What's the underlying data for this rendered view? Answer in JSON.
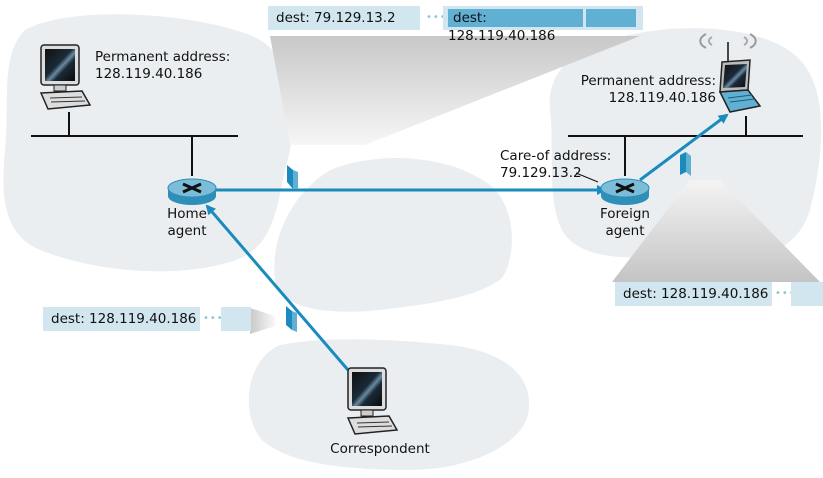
{
  "colors": {
    "cloud": "#ebeef1",
    "link": "#1a8bbd",
    "packet_light": "#d2e6ef",
    "packet_dark": "#5fb0d2",
    "router_top": "#7cbcd8",
    "router_side": "#2e8fb8"
  },
  "home_network": {
    "host_label_line1": "Permanent address:",
    "host_label_line2": "128.119.40.186",
    "router_label_line1": "Home",
    "router_label_line2": "agent"
  },
  "foreign_network": {
    "host_label_line1": "Permanent address:",
    "host_label_line2": "128.119.40.186",
    "careof_label_line1": "Care-of address:",
    "careof_label_line2": "79.129.13.2",
    "router_label_line1": "Foreign",
    "router_label_line2": "agent"
  },
  "correspondent": {
    "label": "Correspondent"
  },
  "packets": {
    "original": {
      "dest": "dest: 128.119.40.186",
      "dots": "•••"
    },
    "encapsulated": {
      "outer_dest": "dest: 79.129.13.2",
      "inner_dest": "dest: 128.119.40.186",
      "dots": "•••"
    },
    "delivered": {
      "dest": "dest: 128.119.40.186",
      "dots": "•••"
    }
  }
}
